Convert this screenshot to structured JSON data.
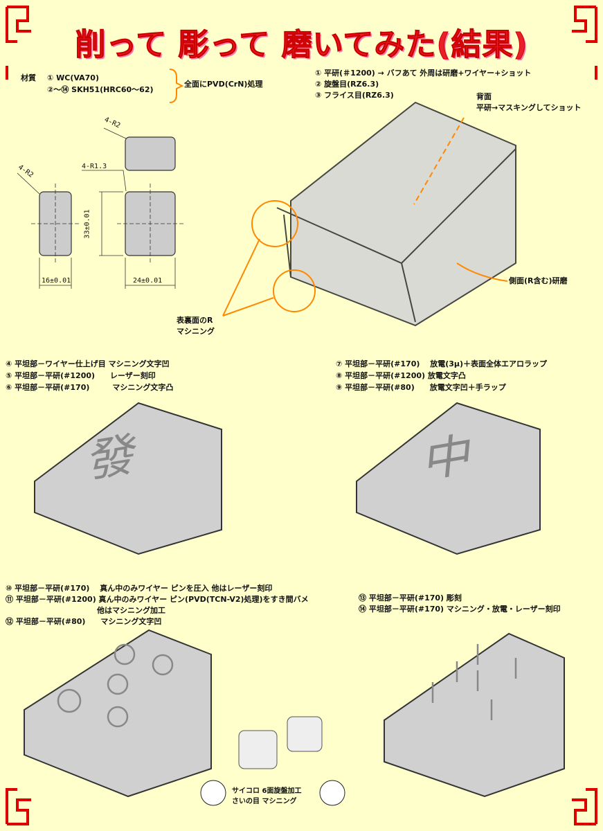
{
  "title": "削って 彫って 磨いてみた(結果)",
  "material": {
    "label": "材質",
    "line1": "① WC(VA70)",
    "line2": "②～⑭ SKH51(HRC60～62)",
    "treatment": "全面にPVD(CrN)処理"
  },
  "finish": [
    "① 平研(＃1200) → バフあて 外周は研磨+ワイヤー+ショット",
    "② 旋盤目(RZ6.3)",
    "③ フライス目(RZ6.3)"
  ],
  "drawing": {
    "r_top": "4-R2",
    "r_left": "4-R2",
    "r_mid": "4-R1.3",
    "height": "33±0.01",
    "width_left": "16±0.01",
    "width_right": "24±0.01"
  },
  "callouts": {
    "back_title": "背面",
    "back_desc": "平研→マスキングしてショット",
    "side": "側面(R含む)研磨",
    "front_r1": "表裏面のR",
    "front_r2": "マシニング"
  },
  "group1": [
    "④ 平坦部－ワイヤー仕上げ目 マシニング文字凹",
    "⑤ 平坦部－平研(#1200)　　レーザー刻印",
    "⑥ 平坦部－平研(#170)　　　マシニング文字凸"
  ],
  "group2": [
    "⑦ 平坦部－平研(#170)　 放電(3μ)＋表面全体エアロラップ",
    "⑧ 平坦部－平研(#1200) 放電文字凸",
    "⑨ 平坦部－平研(#80)　　放電文字凹＋手ラップ"
  ],
  "group3": [
    "⑩ 平坦部－平研(#170)　 真ん中のみワイヤー ピンを圧入 他はレーザー刻印",
    "⑪ 平坦部－平研(#1200) 真ん中のみワイヤー ピン(PVD(TCN-V2)処理)をすき間バメ",
    "　　　　　　　　　　　　他はマシニング加工",
    "⑫ 平坦部－平研(#80)　　マシニング文字凹"
  ],
  "group4": [
    "⑬ 平坦部－平研(#170) 彫刻",
    "⑭ 平坦部－平研(#170) マシニング・放電・レーザー刻印"
  ],
  "tile_chars": {
    "tile1": "發",
    "tile2": "中"
  },
  "dice": {
    "line1": "サイコロ 6面旋盤加工",
    "line2": "さいの目 マシニング"
  }
}
